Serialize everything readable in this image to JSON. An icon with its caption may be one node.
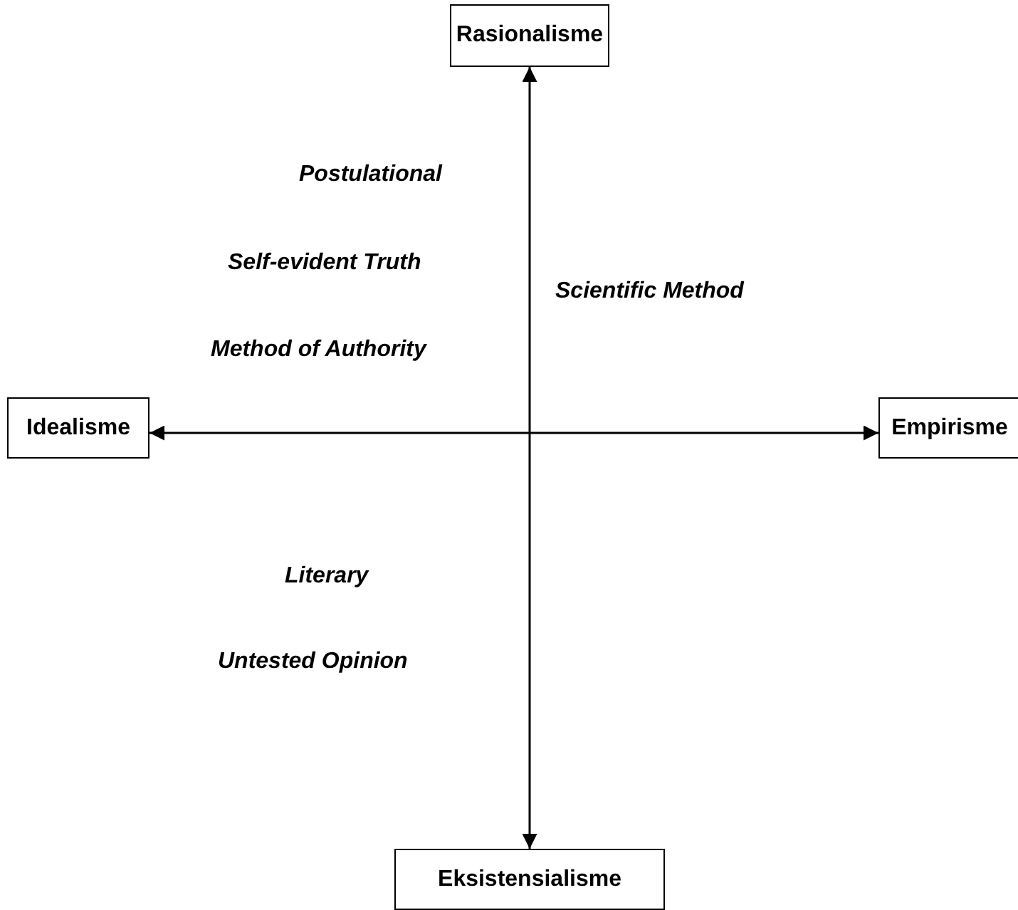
{
  "diagram": {
    "nodes": [
      {
        "text": [
          "Rasionalisme"
        ]
      },
      {
        "text": [
          "Idealisme"
        ]
      },
      {
        "text": [
          "Empirisme"
        ]
      },
      {
        "text": [
          "Eksistensialisme"
        ]
      }
    ],
    "edges": [
      {
        "from": 0,
        "to": 3,
        "arrow": "both"
      },
      {
        "from": 1,
        "to": 2,
        "arrow": "both"
      }
    ],
    "labels": [
      "Postulational",
      "Self-evident Truth",
      "Scientific Method",
      "Method of Authority",
      "Literary",
      "Untested Opinion"
    ]
  }
}
